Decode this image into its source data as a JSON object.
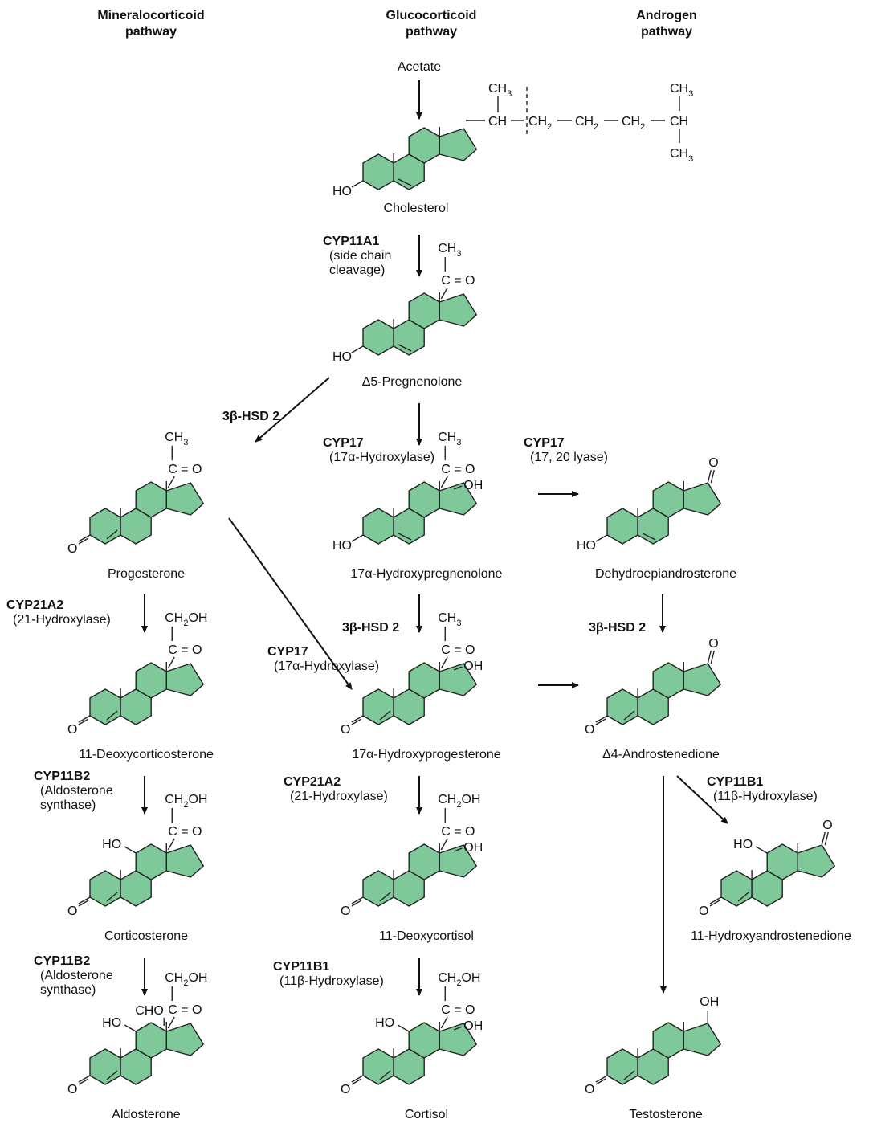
{
  "columns": {
    "mineralo": [
      "Mineralocorticoid",
      "pathway"
    ],
    "gluco": [
      "Glucocorticoid",
      "pathway"
    ],
    "androgen": [
      "Androgen",
      "pathway"
    ]
  },
  "compounds": {
    "acetate": "Acetate",
    "cholesterol": "Cholesterol",
    "pregnenolone": "Δ5-Pregnenolone",
    "progesterone": "Progesterone",
    "oh_pregnenolone": "17α-Hydroxypregnenolone",
    "dhea": "Dehydroepiandrosterone",
    "doc": "11-Deoxycorticosterone",
    "oh_progesterone": "17α-Hydroxyprogesterone",
    "androstenedione": "Δ4-Androstenedione",
    "corticosterone": "Corticosterone",
    "deoxycortisol": "11-Deoxycortisol",
    "oh_androstenedione": "11-Hydroxyandrostenedione",
    "aldosterone": "Aldosterone",
    "cortisol": "Cortisol",
    "testosterone": "Testosterone"
  },
  "enzymes": {
    "cyp11a1": {
      "name": "CYP11A1",
      "desc": [
        "(side chain",
        "cleavage)"
      ]
    },
    "hsd_preg": {
      "name": "3β-HSD 2",
      "desc": []
    },
    "cyp17_hydrox": {
      "name": "CYP17",
      "desc": [
        "(17α-Hydroxylase)"
      ]
    },
    "cyp17_lyase": {
      "name": "CYP17",
      "desc": [
        "(17, 20 lyase)"
      ]
    },
    "cyp21_min": {
      "name": "CYP21A2",
      "desc": [
        "(21-Hydroxylase)"
      ]
    },
    "hsd_ohpreg": {
      "name": "3β-HSD 2",
      "desc": []
    },
    "hsd_dhea": {
      "name": "3β-HSD 2",
      "desc": []
    },
    "cyp17_diag": {
      "name": "CYP17",
      "desc": [
        "(17α-Hydroxylase)"
      ]
    },
    "cyp11b2_a": {
      "name": "CYP11B2",
      "desc": [
        "(Aldosterone",
        "synthase)"
      ]
    },
    "cyp21_gluco": {
      "name": "CYP21A2",
      "desc": [
        "(21-Hydroxylase)"
      ]
    },
    "cyp11b1_andro": {
      "name": "CYP11B1",
      "desc": [
        "(11β-Hydroxylase)"
      ]
    },
    "cyp11b2_b": {
      "name": "CYP11B2",
      "desc": [
        "(Aldosterone",
        "synthase)"
      ]
    },
    "cyp11b1_gluco": {
      "name": "CYP11B1",
      "desc": [
        "(11β-Hydroxylase)"
      ]
    }
  },
  "chem": {
    "ho": "HO",
    "o": "O",
    "ch3": "CH",
    "sub3": "3",
    "sub2": "2",
    "ch": "CH",
    "c_eq_o": "C = O",
    "c": "C",
    "eq_o": "= O",
    "oh": "OH",
    "ch2oh_a": "CH",
    "ch2oh_b": "OH",
    "cho": "CHO"
  },
  "colors": {
    "ring_fill": "#7fc89a",
    "line": "#222222"
  }
}
